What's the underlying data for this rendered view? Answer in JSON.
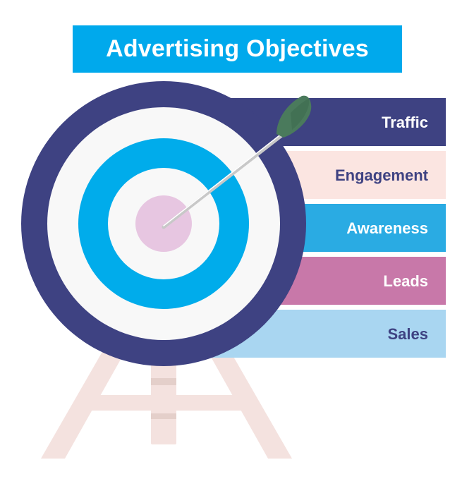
{
  "title": "Advertising Objectives",
  "colors": {
    "title_bg": "#00a9ec",
    "title_text": "#ffffff",
    "navy": "#3e4282",
    "white_ring": "#f8f8f8",
    "blue_ring": "#00aceb",
    "bullseye": "#e7c6e1",
    "easel": "#f4e2df",
    "easel_shade": "#e4cfca",
    "dart_fin": "#4a7a5c",
    "dart_shaft": "#c8c8c8"
  },
  "objectives": [
    {
      "label": "Traffic",
      "bg": "#3e4282",
      "text_color": "#ffffff"
    },
    {
      "label": "Engagement",
      "bg": "#fbe5e1",
      "text_color": "#3e4282"
    },
    {
      "label": "Awareness",
      "bg": "#2aabe3",
      "text_color": "#ffffff"
    },
    {
      "label": "Leads",
      "bg": "#c878a9",
      "text_color": "#ffffff"
    },
    {
      "label": "Sales",
      "bg": "#a9d6f1",
      "text_color": "#3e4282"
    }
  ]
}
